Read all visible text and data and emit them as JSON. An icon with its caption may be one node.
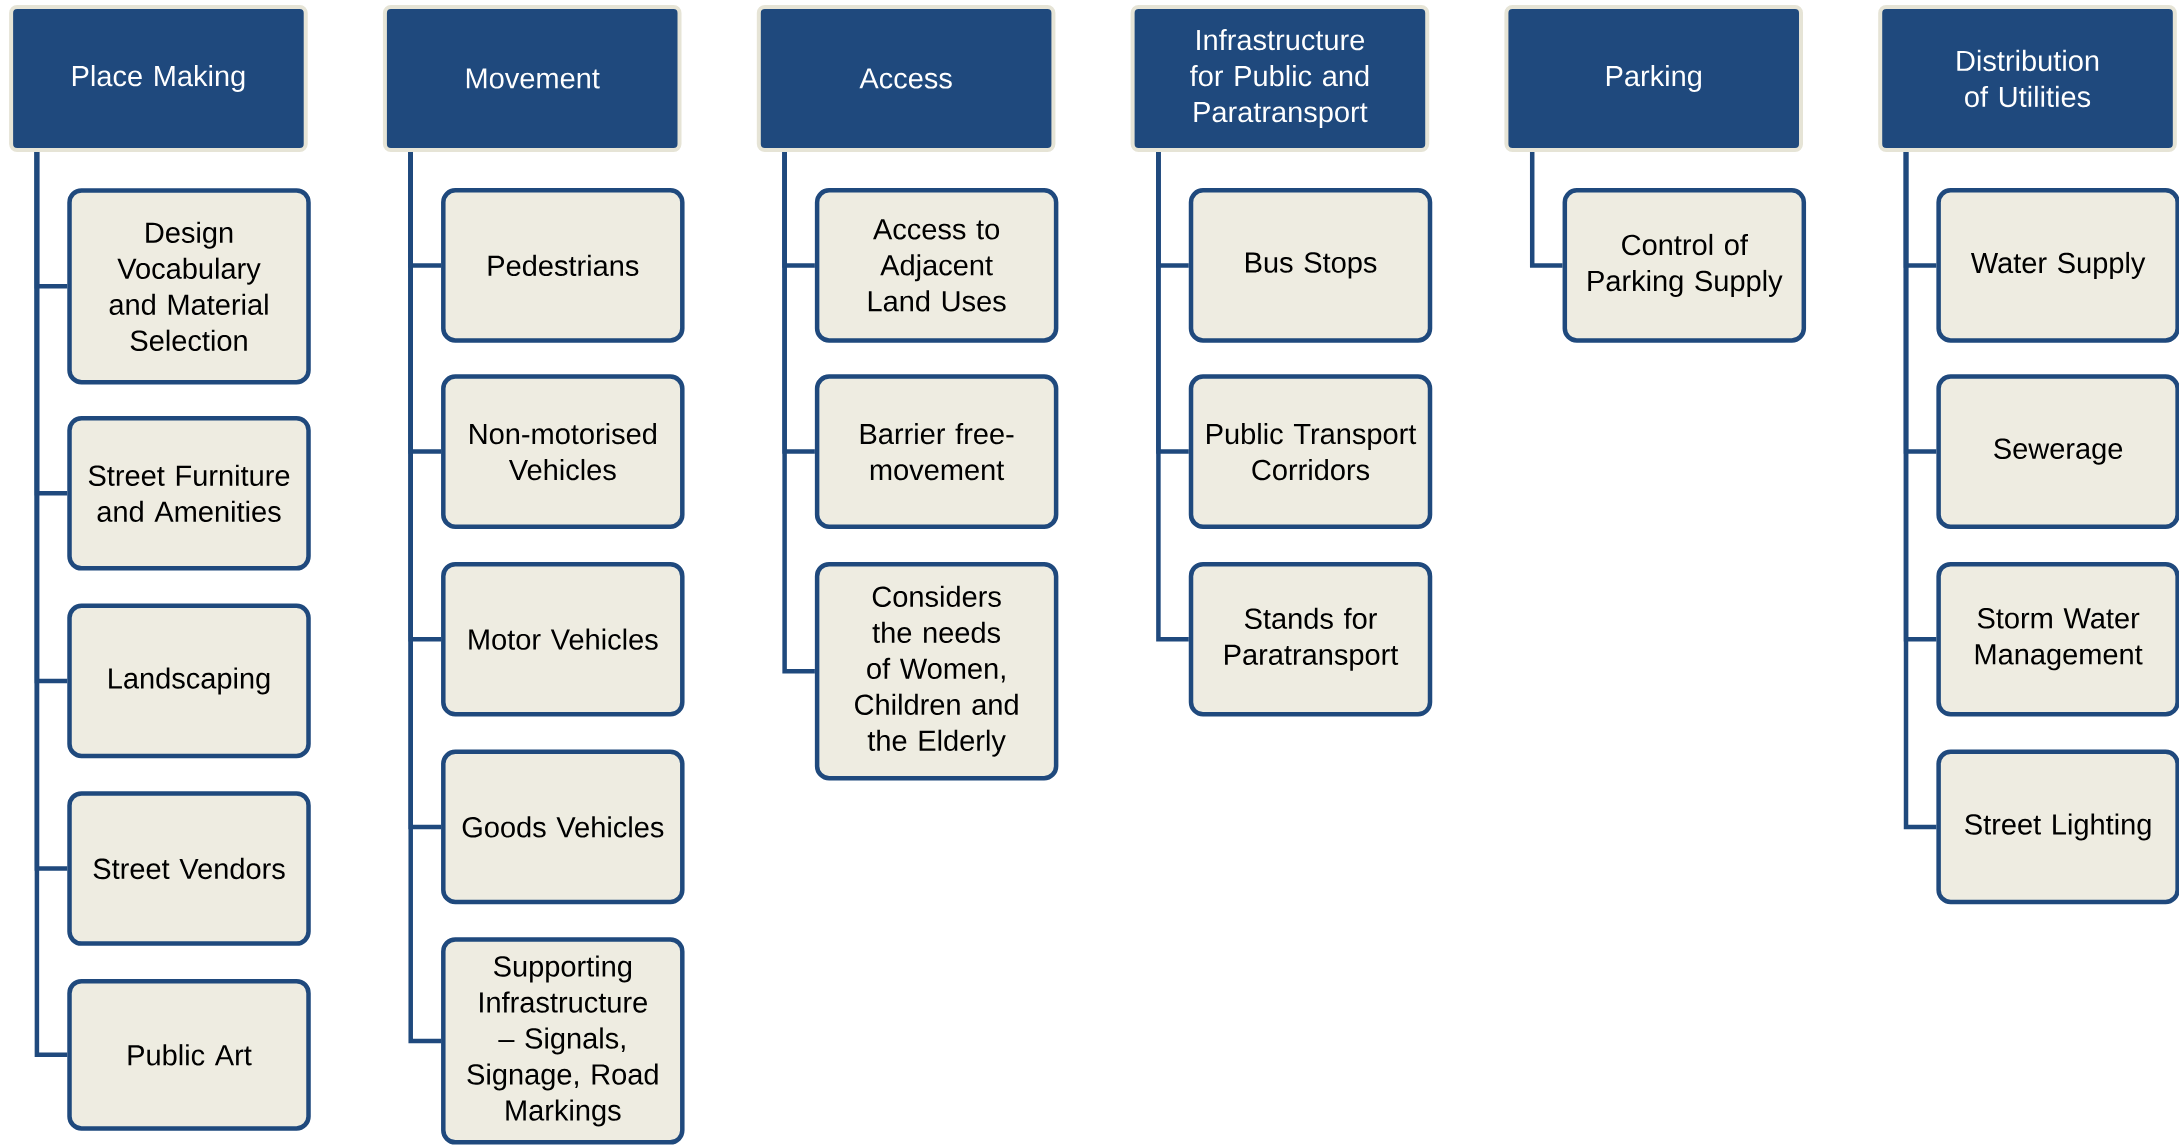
{
  "diagram": {
    "nodes": [
      {
        "text": [
          "Place Making"
        ]
      },
      {
        "text": [
          "Design Vocabulary and Material Selection"
        ]
      },
      {
        "text": [
          "Street Furniture and Amenities"
        ]
      },
      {
        "text": [
          "Landscaping"
        ]
      },
      {
        "text": [
          "Street Vendors"
        ]
      },
      {
        "text": [
          "Public Art"
        ]
      },
      {
        "text": [
          "Movement"
        ]
      },
      {
        "text": [
          "Pedestrians"
        ]
      },
      {
        "text": [
          "Non-motorised Vehicles"
        ]
      },
      {
        "text": [
          "Motor Vehicles"
        ]
      },
      {
        "text": [
          "Goods Vehicles"
        ]
      },
      {
        "text": [
          "Supporting Infrastructure – Signals, Signage, Road Markings"
        ]
      },
      {
        "text": [
          "Access"
        ]
      },
      {
        "text": [
          "Access to Adjacent Land Uses"
        ]
      },
      {
        "text": [
          "Barrier free-movement"
        ]
      },
      {
        "text": [
          "Considers the needs of Women, Children and the Elderly"
        ]
      },
      {
        "text": [
          "Infrastructure for Public and Paratransport"
        ]
      },
      {
        "text": [
          "Bus Stops"
        ]
      },
      {
        "text": [
          "Public Transport Corridors"
        ]
      },
      {
        "text": [
          "Stands for Paratransport"
        ]
      },
      {
        "text": [
          "Parking"
        ]
      },
      {
        "text": [
          "Control of Parking Supply"
        ]
      },
      {
        "text": [
          "Distribution of Utilities"
        ]
      },
      {
        "text": [
          "Water Supply"
        ]
      },
      {
        "text": [
          "Sewerage"
        ]
      },
      {
        "text": [
          "Storm Water Management"
        ]
      },
      {
        "text": [
          "Street Lighting"
        ]
      }
    ],
    "edges": [
      {
        "from": 0,
        "to": 1,
        "arrow": "none"
      },
      {
        "from": 0,
        "to": 2,
        "arrow": "none"
      },
      {
        "from": 0,
        "to": 3,
        "arrow": "none"
      },
      {
        "from": 0,
        "to": 4,
        "arrow": "none"
      },
      {
        "from": 0,
        "to": 5,
        "arrow": "none"
      },
      {
        "from": 6,
        "to": 7,
        "arrow": "none"
      },
      {
        "from": 6,
        "to": 8,
        "arrow": "none"
      },
      {
        "from": 6,
        "to": 9,
        "arrow": "none"
      },
      {
        "from": 6,
        "to": 10,
        "arrow": "none"
      },
      {
        "from": 6,
        "to": 11,
        "arrow": "none"
      },
      {
        "from": 12,
        "to": 13,
        "arrow": "none"
      },
      {
        "from": 12,
        "to": 14,
        "arrow": "none"
      },
      {
        "from": 12,
        "to": 15,
        "arrow": "none"
      },
      {
        "from": 16,
        "to": 17,
        "arrow": "none"
      },
      {
        "from": 16,
        "to": 18,
        "arrow": "none"
      },
      {
        "from": 16,
        "to": 19,
        "arrow": "none"
      },
      {
        "from": 20,
        "to": 21,
        "arrow": "none"
      },
      {
        "from": 22,
        "to": 23,
        "arrow": "none"
      },
      {
        "from": 22,
        "to": 24,
        "arrow": "none"
      },
      {
        "from": 22,
        "to": 25,
        "arrow": "none"
      },
      {
        "from": 22,
        "to": 26,
        "arrow": "none"
      }
    ]
  }
}
